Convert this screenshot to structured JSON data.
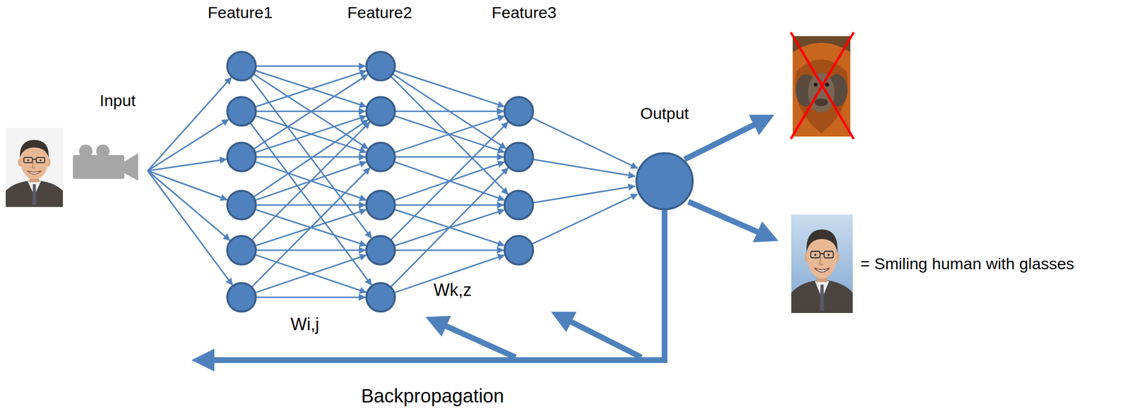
{
  "diagram": {
    "nodes": [
      {
        "text": [
          "Output"
        ]
      }
    ],
    "labels": [
      "Feature1",
      "Feature2",
      "Feature3",
      "Input",
      "Wi,j",
      "Wk,z",
      "Backpropagation",
      "= Smiling human with glasses"
    ]
  }
}
